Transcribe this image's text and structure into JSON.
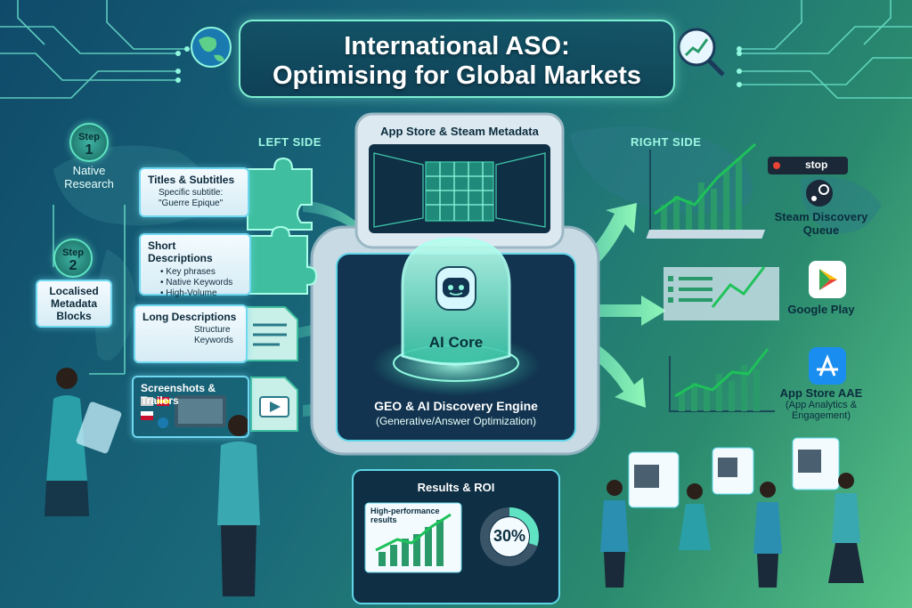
{
  "title": {
    "line1": "International ASO:",
    "line2": "Optimising for Global Markets"
  },
  "left_label": "LEFT SIDE",
  "right_label": "RIGHT SIDE",
  "steps": [
    {
      "word": "Step",
      "num": "1",
      "label_line1": "Native",
      "label_line2": "Research"
    },
    {
      "word": "Step",
      "num": "2",
      "label_line1": "Localised",
      "label_line2": "Metadata",
      "label_line3": "Blocks"
    }
  ],
  "cards": {
    "titles": {
      "heading": "Titles & Subtitles",
      "line1": "Specific subtitle:",
      "line2": "\"Guerre Epique\""
    },
    "short": {
      "heading": "Short Descriptions",
      "items": [
        "Key phrases",
        "Native Keywords",
        "High-Volume"
      ]
    },
    "long": {
      "heading": "Long Descriptions",
      "line1": "Structure",
      "line2": "Keywords"
    },
    "screens": {
      "heading": "Screenshots & Trailers"
    }
  },
  "center": {
    "metadata_label": "App Store & Steam Metadata",
    "ai_core": "AI Core",
    "engine_title": "GEO & AI Discovery Engine",
    "engine_sub": "(Generative/Answer Optimization)",
    "results_label": "Results & ROI",
    "high_perf_line1": "High-performance",
    "high_perf_line2": "results",
    "percent": "30%",
    "percent_value": 0.3
  },
  "platforms": [
    {
      "line1": "Steam Discovery",
      "line2": "Queue"
    },
    {
      "line1": "Google Play"
    },
    {
      "line1": "App Store AAE",
      "sub1": "(App Analytics &",
      "sub2": "Engagement)"
    }
  ],
  "tag_badge": "stop",
  "colors": {
    "accent": "#7ef0d2",
    "arrow": "#78f0b0",
    "bg_dark": "#0f4a6a",
    "bg_light": "#58c287",
    "chart": "#2a9a6a"
  }
}
